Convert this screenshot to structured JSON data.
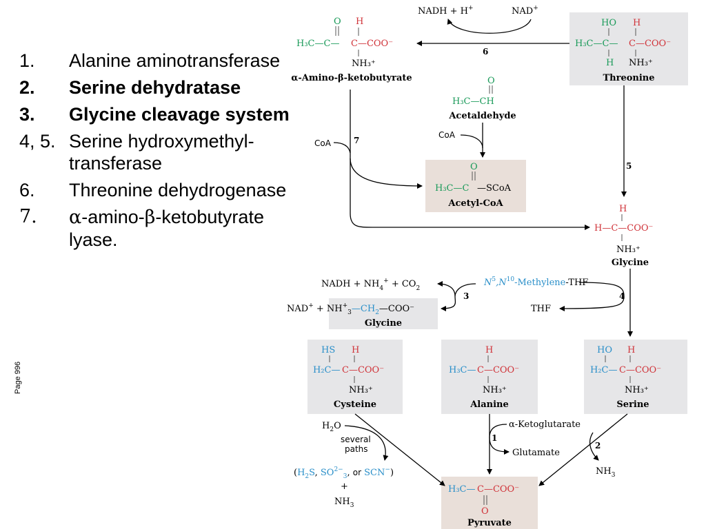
{
  "legend": {
    "items": [
      {
        "num": "1.",
        "text": "Alanine aminotransferase",
        "bold": false
      },
      {
        "num": "2.",
        "text": "Serine dehydratase",
        "bold": true
      },
      {
        "num": "3.",
        "text": "Glycine cleavage system",
        "bold": true
      },
      {
        "num": "4, 5.",
        "text": "Serine hydroxymethyl-transferase",
        "bold": false
      },
      {
        "num": "6.",
        "text": "Threonine dehydrogenase",
        "bold": false
      },
      {
        "num": "7.",
        "text_a": "α",
        "text_b": "-amino-",
        "text_c": "β",
        "text_d": "-ketobutyrate lyase.",
        "bold": false
      }
    ]
  },
  "page_label": "Page 996",
  "compounds": {
    "threonine": "Threonine",
    "amino_keto": "α-Amino-β-ketobutyrate",
    "acetaldehyde": "Acetaldehyde",
    "acetyl_coa": "Acetyl-CoA",
    "glycine": "Glycine",
    "glycine2": "Glycine",
    "cysteine": "Cysteine",
    "alanine": "Alanine",
    "serine": "Serine",
    "pyruvate": "Pyruvate"
  },
  "cofactors": {
    "nadh_h": "NADH + H",
    "nad": "NAD",
    "coa1": "CoA",
    "coa2": "CoA",
    "nadh_nh4_co2": "NADH + NH",
    "co2": " + CO",
    "nad_plus": "NAD",
    "methylene_thf_a": "N",
    "methylene_thf_b": ",N",
    "methylene_thf_c": "-Methylene",
    "methylene_thf_d": "-THF",
    "thf": "THF",
    "h2o": "H",
    "several_paths": "several",
    "paths": "paths",
    "products_cys": "or",
    "nh3_cys": "NH",
    "alpha_keto": "α-Ketoglutarate",
    "glutamate": "Glutamate",
    "nh3_ser": "NH"
  },
  "reaction_numbers": [
    "1",
    "2",
    "3",
    "4",
    "5",
    "6",
    "7"
  ],
  "colors": {
    "box_gray": "#e6e6e8",
    "box_tan": "#e9dfd9",
    "red": "#d0343a",
    "green": "#1a9a59",
    "blue": "#2a8fc9"
  }
}
